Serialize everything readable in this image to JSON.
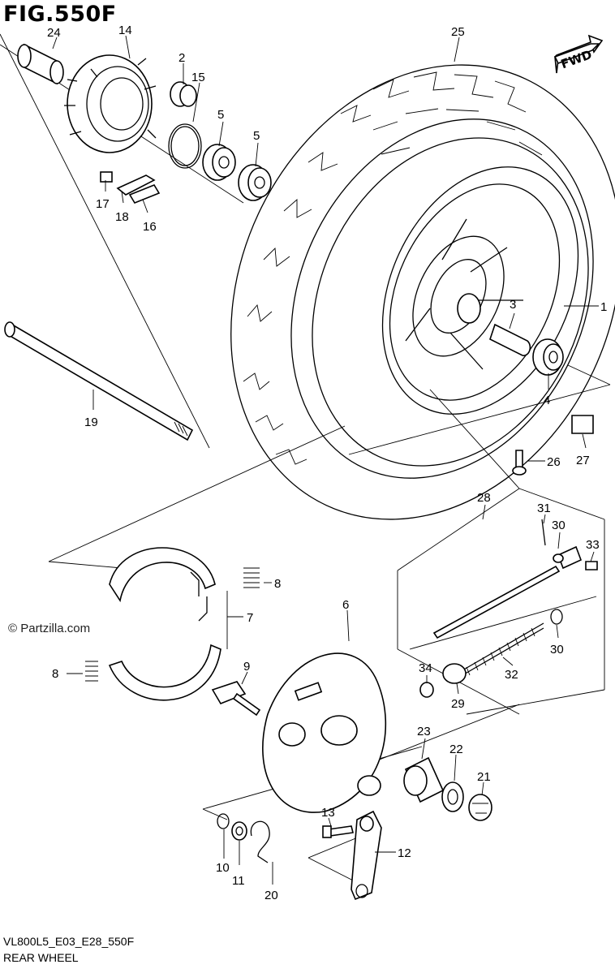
{
  "figure": {
    "title": "FIG.550F",
    "model_code": "VL800L5_E03_E28_550F",
    "section_name": "REAR WHEEL",
    "watermark": "© Partzilla.com",
    "direction_label": "FWD"
  },
  "callouts": [
    "24",
    "14",
    "2",
    "15",
    "5",
    "5",
    "25",
    "17",
    "18",
    "16",
    "3",
    "1",
    "4",
    "19",
    "27",
    "26",
    "28",
    "31",
    "30",
    "33",
    "8",
    "7",
    "8",
    "6",
    "30",
    "34",
    "32",
    "29",
    "9",
    "23",
    "22",
    "21",
    "13",
    "12",
    "10",
    "11",
    "20"
  ]
}
